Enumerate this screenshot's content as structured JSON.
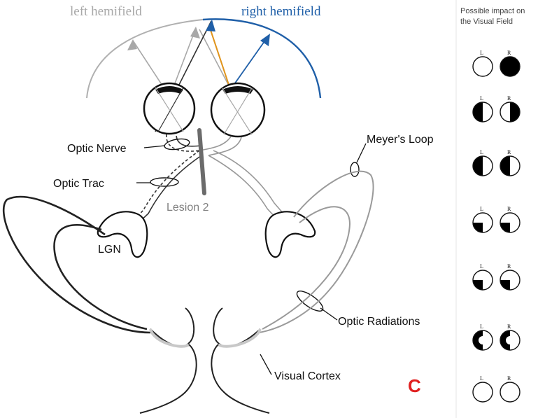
{
  "hemifields": {
    "left": "left hemifield",
    "right": "right hemifield"
  },
  "labels": {
    "optic_nerve": "Optic Nerve",
    "optic_tract": "Optic Trac",
    "lesion": "Lesion 2",
    "lgn": "LGN",
    "meyers_loop": "Meyer's Loop",
    "optic_radiations": "Optic Radiations",
    "visual_cortex": "Visual Cortex",
    "panel_letter": "C"
  },
  "panel": {
    "title_line1": "Possible impact on",
    "title_line2": "the Visual Field",
    "eye_left": "L",
    "eye_right": "R",
    "rows": [
      {
        "left": "none",
        "right": "full"
      },
      {
        "left": "left-half",
        "right": "right-half"
      },
      {
        "left": "left-half",
        "right": "left-half"
      },
      {
        "left": "lower-left-quadrant",
        "right": "lower-left-quadrant"
      },
      {
        "left": "lower-left-quadrant",
        "right": "lower-left-quadrant"
      },
      {
        "left": "left-half-sparing",
        "right": "left-half-sparing"
      },
      {
        "left": "none",
        "right": "none"
      }
    ]
  },
  "colors": {
    "left_field": "#a0a0a0",
    "right_field": "#1f5fa8",
    "crossing": "#e0941c",
    "lesion": "#6b6b6b",
    "panel_letter": "#e02020"
  }
}
